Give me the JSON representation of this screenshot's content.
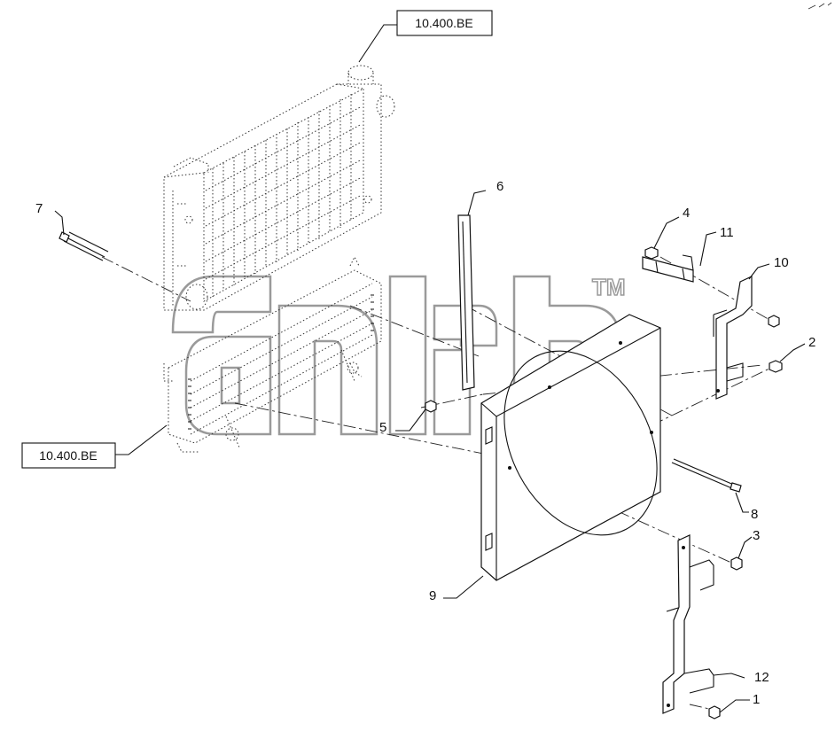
{
  "references": {
    "top": "10.400.BE",
    "left": "10.400.BE"
  },
  "callouts": {
    "c1": "1",
    "c2": "2",
    "c3": "3",
    "c4": "4",
    "c5": "5",
    "c6": "6",
    "c7": "7",
    "c8": "8",
    "c9": "9",
    "c10": "10",
    "c11": "11",
    "c12": "12"
  },
  "watermark": {
    "mark": "TM"
  }
}
